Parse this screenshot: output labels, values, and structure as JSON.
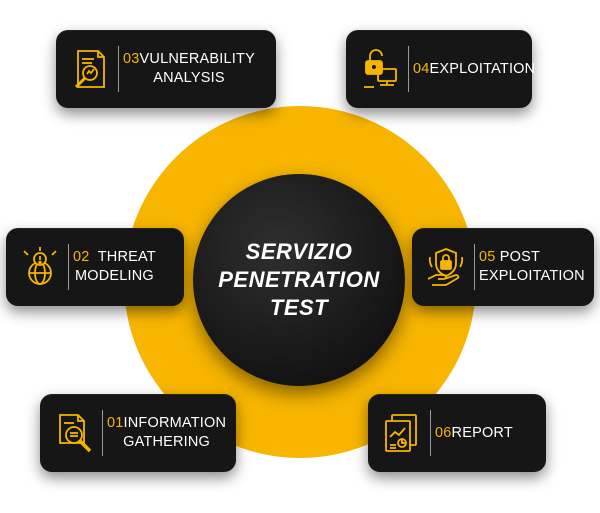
{
  "center": {
    "line1": "SERVIZIO",
    "line2": "PENETRATION",
    "line3": "TEST"
  },
  "colors": {
    "accent": "#f7b500",
    "card": "#161616",
    "text": "#ffffff"
  },
  "steps": [
    {
      "num": "03",
      "line1": "VULNERABILITY",
      "line2": "ANALYSIS",
      "icon": "magnifier-report-icon"
    },
    {
      "num": "04",
      "line1": "EXPLOITATION",
      "line2": "",
      "icon": "unlocked-computer-icon"
    },
    {
      "num": "02",
      "line1": "THREAT",
      "line2": "MODELING",
      "icon": "global-warning-icon"
    },
    {
      "num": "05",
      "line1": "POST",
      "line2": "EXPLOITATION",
      "icon": "shield-hand-icon"
    },
    {
      "num": "01",
      "line1": "INFORMATION",
      "line2": "GATHERING",
      "icon": "document-search-icon"
    },
    {
      "num": "06",
      "line1": "REPORT",
      "line2": "",
      "icon": "chart-report-icon"
    }
  ]
}
